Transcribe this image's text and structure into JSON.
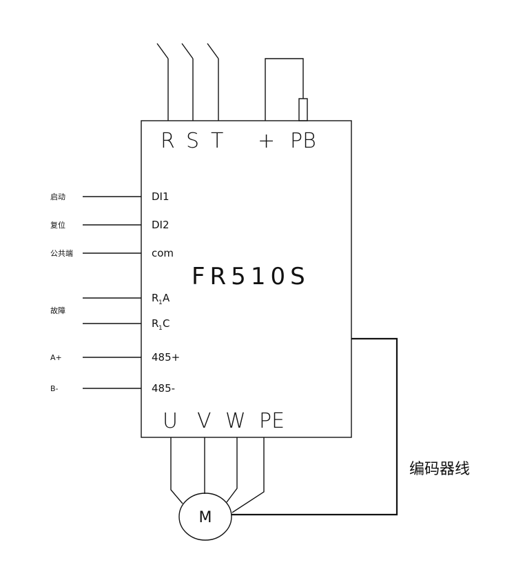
{
  "inverter": {
    "model": "FR510S",
    "top_terminals": [
      "R",
      "S",
      "T",
      "+",
      "PB"
    ],
    "bottom_terminals": [
      "U",
      "V",
      "W",
      "PE"
    ],
    "left_terminals": {
      "di1": "DI1",
      "di2": "DI2",
      "com": "com",
      "r1a_main": "R",
      "r1a_sub": "1",
      "r1a_end": "A",
      "r1c_main": "R",
      "r1c_sub": "1",
      "r1c_end": "C",
      "rs485_plus": "485+",
      "rs485_minus": "485-"
    }
  },
  "signals": {
    "start": "启动",
    "reset": "复位",
    "common": "公共端",
    "fault": "故障",
    "a_plus": "A+",
    "b_minus": "B-"
  },
  "motor": {
    "label": "M"
  },
  "encoder": {
    "label": "编码器线"
  }
}
